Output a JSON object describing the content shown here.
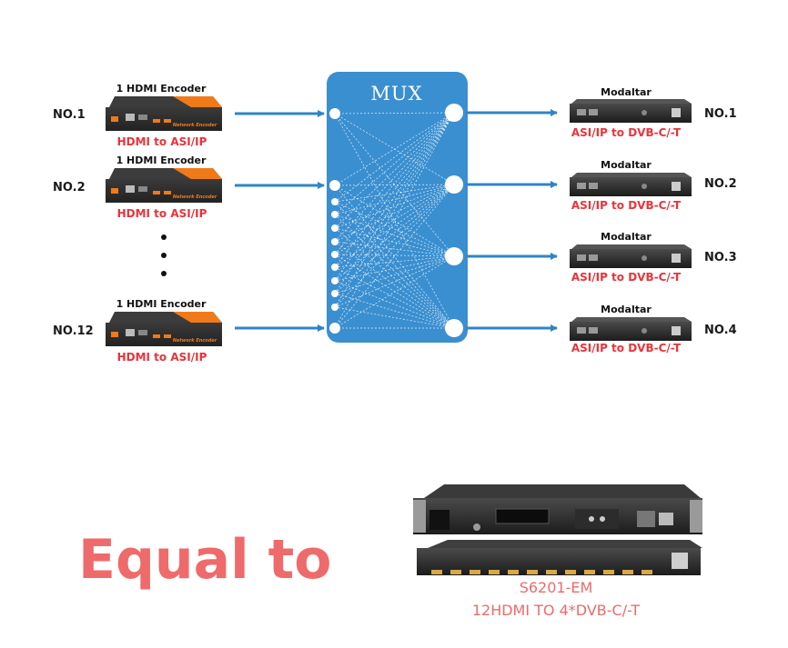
{
  "encoders": [
    {
      "number": "NO.1",
      "title": "1 HDMI Encoder",
      "subtitle": "HDMI to ASI/IP",
      "brand": "Network Encoder"
    },
    {
      "number": "NO.2",
      "title": "1 HDMI Encoder",
      "subtitle": "HDMI to ASI/IP",
      "brand": "Network Encoder"
    },
    {
      "number": "NO.12",
      "title": "1 HDMI Encoder",
      "subtitle": "HDMI to ASI/IP",
      "brand": "Network Encoder"
    }
  ],
  "mux": {
    "label": "MUX"
  },
  "modulators": [
    {
      "number": "NO.1",
      "title": "Modaltar",
      "subtitle": "ASI/IP to DVB-C/-T"
    },
    {
      "number": "NO.2",
      "title": "Modaltar",
      "subtitle": "ASI/IP to DVB-C/-T"
    },
    {
      "number": "NO.3",
      "title": "Modaltar",
      "subtitle": "ASI/IP to DVB-C/-T"
    },
    {
      "number": "NO.4",
      "title": "Modaltar",
      "subtitle": "ASI/IP to DVB-C/-T"
    }
  ],
  "equal_text": "Equal to",
  "product": {
    "model": "S6201-EM",
    "description": "12HDMI TO 4*DVB-C/-T"
  },
  "colors": {
    "mux_blue": "#3a8fd0",
    "arrow_blue": "#2f85c6",
    "red_label": "#e8343a",
    "pink_text": "#ef6a6a",
    "encoder_orange": "#f07a1a"
  }
}
